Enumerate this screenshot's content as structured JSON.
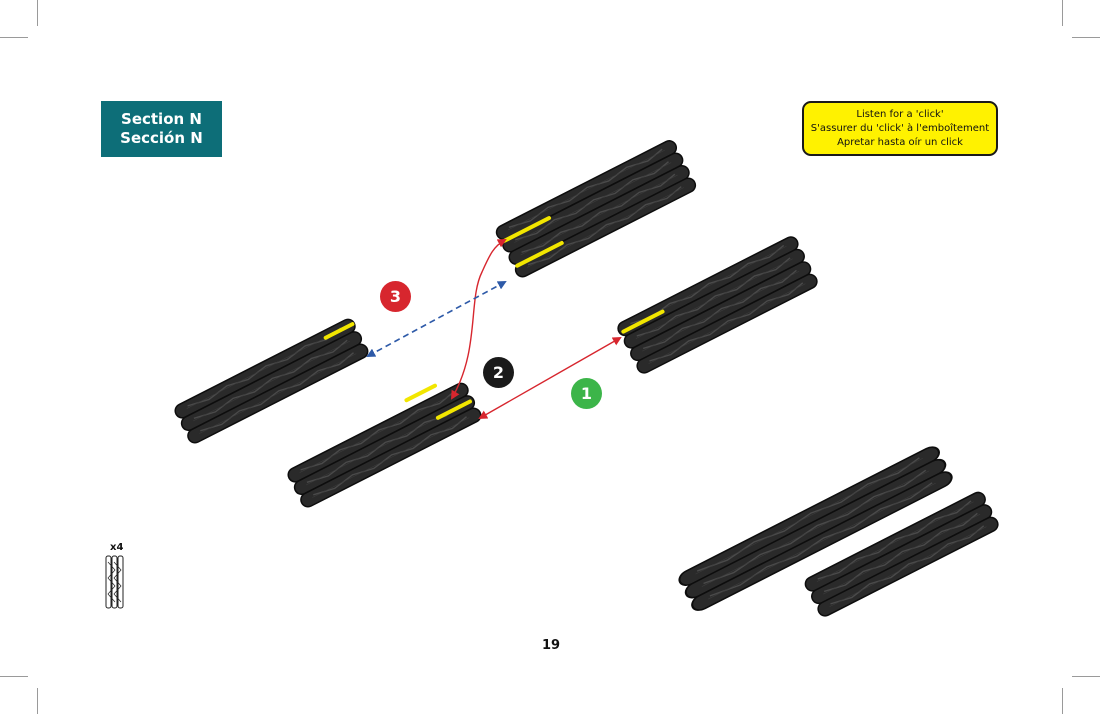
{
  "section": {
    "line1": "Section N",
    "line2": "Sección N"
  },
  "tip": {
    "line1": "Listen for a 'click'",
    "line2": "S'assurer du 'click' à l'emboîtement",
    "line3": "Apretar hasta oír un click"
  },
  "steps": [
    {
      "label": "1",
      "color": "#3cb549"
    },
    {
      "label": "2",
      "color": "#1a1a1a"
    },
    {
      "label": "3",
      "color": "#d7262e"
    }
  ],
  "parts": {
    "quantity": "x4"
  },
  "page_number": "19",
  "colors": {
    "part": "#2a2a2a",
    "part_edge": "#0d0d0d",
    "highlight": "#f2e600",
    "arrow_red": "#d7262e",
    "arrow_blue": "#2e5aa8",
    "section_bg": "#0d6e78",
    "tip_bg": "#fff200"
  }
}
